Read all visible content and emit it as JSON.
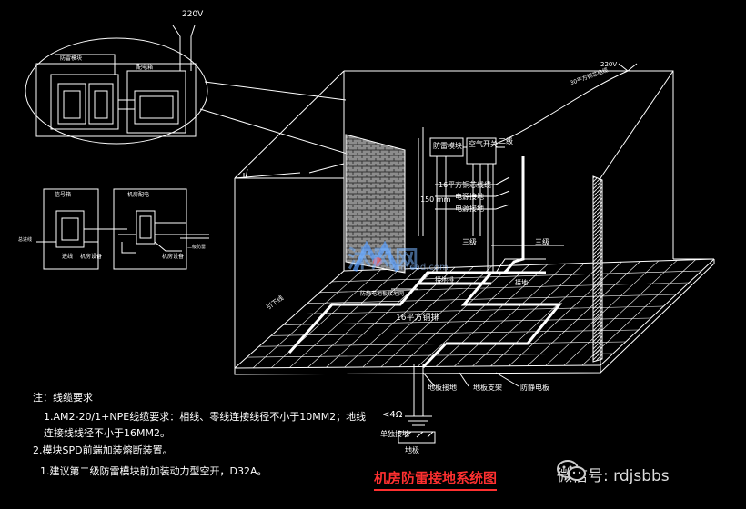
{
  "labels": {
    "v220_top": "220V",
    "v220_right": "220V",
    "v220_right_sub": "30平方铜芯电缆",
    "inset_box_label": "防雷模块",
    "inset_right_box": "配电箱",
    "lightning_module": "防雷模块",
    "secondary_spd": "二级",
    "spd_switch": "空气开关",
    "wire_16mm": "16平方铜芯线缆",
    "power_ground": "电源接地",
    "ups_ground": "电源接地",
    "mm150": "150 mm",
    "level3_a": "三级",
    "level3_b": "三级",
    "floor_mesh": "16平方铜排",
    "frame_edge": "接地",
    "left_wall": "引下线",
    "ground_grid_label": "防静电地板接地网",
    "ground_bar": "接地排",
    "floor_ground": "地板接地",
    "floor_support": "地板支架",
    "antistatic_floor": "防静电板",
    "resistance": "<4Ω",
    "single_ground": "单独接地",
    "ground_pole": "地极",
    "small_left_title": "信号箱",
    "small_right_title": "机房配电",
    "small_left_bottom": "进线",
    "small_left_bottom2": "机房设备",
    "small_right_bottom": "机房设备",
    "small_arrow_left": "总进线",
    "small_arrow_right": "二级防雷"
  },
  "notes": {
    "header": "注：线缆要求",
    "item1a": "1.AM2-20/1+NPE线缆要求：相线、零线连接线径不小于10MM2；地线",
    "item1b": "连接线线径不小于16MM2。",
    "item2": "2.模块SPD前端加装熔断装置。",
    "item3": "1.建议第二级防雷模块前加装动力型空开，D32A。"
  },
  "title": "机房防雷接地系统图",
  "watermark": {
    "brand": "沐风网",
    "url": "mfcad.com"
  },
  "wechat": {
    "label": "微信号: rdjsbbs"
  },
  "colors": {
    "background": "#000000",
    "lines": "#ffffff",
    "title": "#ff3030"
  }
}
